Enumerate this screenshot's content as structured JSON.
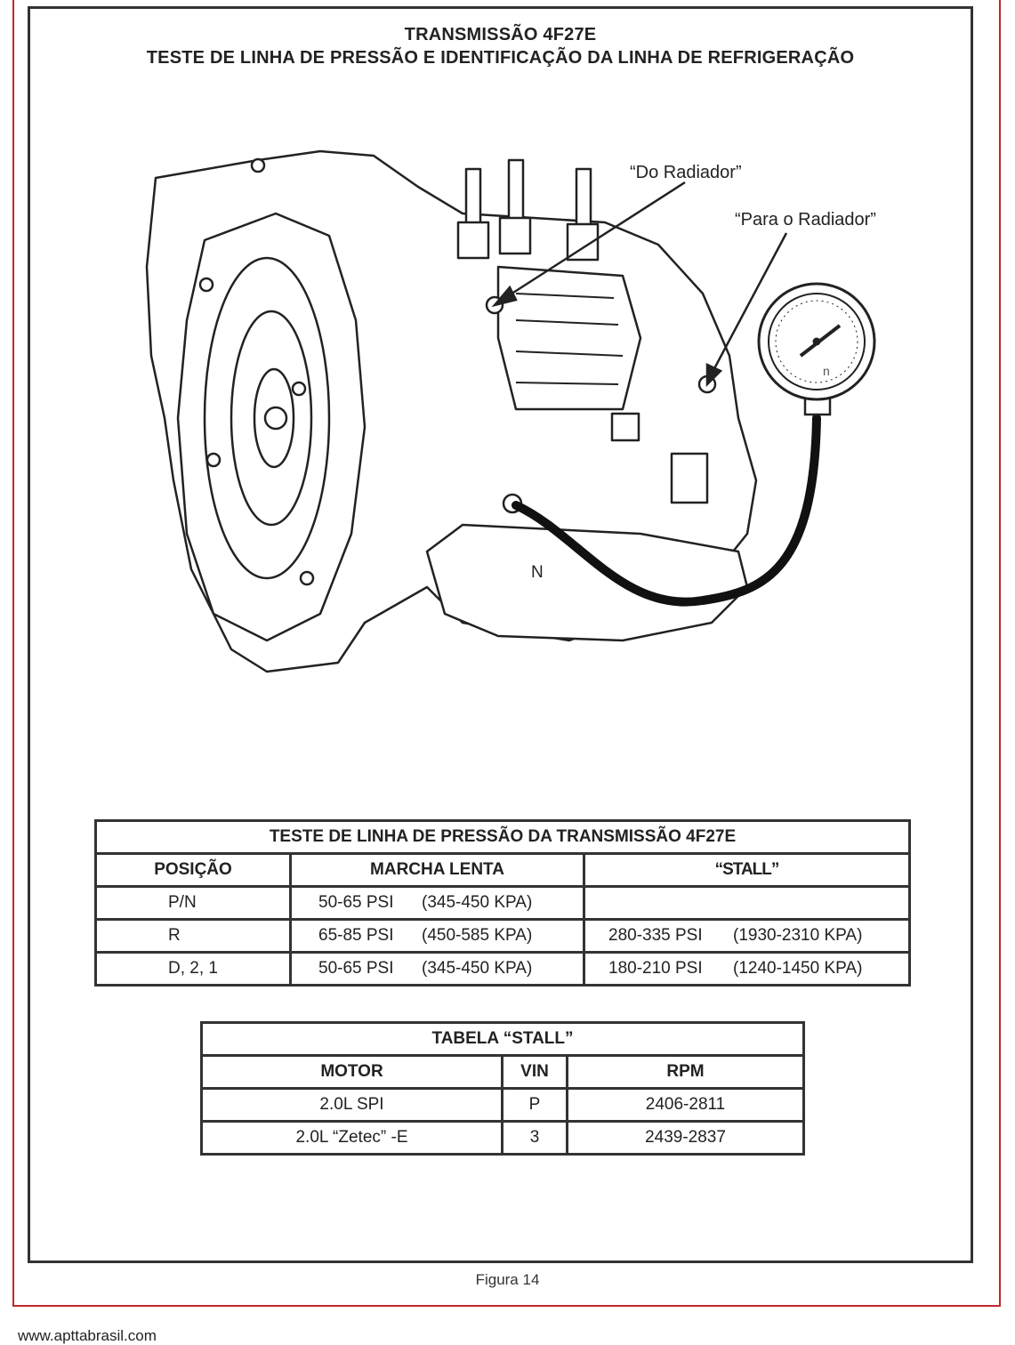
{
  "header": {
    "title_line1": "TRANSMISSÃO 4F27E",
    "title_line2": "TESTE DE LINHA DE PRESSÃO E IDENTIFICAÇÃO DA LINHA DE REFRIGERAÇÃO"
  },
  "figure": {
    "callout_from_radiator": "“Do Radiador”",
    "callout_to_radiator": "“Para o Radiador”",
    "label_n_upper": "N",
    "label_n_gauge": "n"
  },
  "pressure_table": {
    "title": "TESTE DE LINHA DE PRESSÃO DA TRANSMISSÃO 4F27E",
    "headers": [
      "POSIÇÃO",
      "MARCHA LENTA",
      "“STALL”"
    ],
    "rows": [
      {
        "position": "P/N",
        "idle_psi": "50-65 PSI",
        "idle_kpa": "(345-450  KPA)",
        "stall_psi": "",
        "stall_kpa": ""
      },
      {
        "position": "R",
        "idle_psi": "65-85 PSI",
        "idle_kpa": "(450-585  KPA)",
        "stall_psi": "280-335 PSI",
        "stall_kpa": "(1930-2310  KPA)"
      },
      {
        "position": "D, 2, 1",
        "idle_psi": "50-65 PSI",
        "idle_kpa": "(345-450  KPA)",
        "stall_psi": "180-210 PSI",
        "stall_kpa": "(1240-1450  KPA)"
      }
    ]
  },
  "stall_table": {
    "title": "TABELA “STALL”",
    "headers": [
      "MOTOR",
      "VIN",
      "RPM"
    ],
    "rows": [
      {
        "motor": "2.0L SPI",
        "vin": "P",
        "rpm": "2406-2811"
      },
      {
        "motor": "2.0L “Zetec” -E",
        "vin": "3",
        "rpm": "2439-2837"
      }
    ]
  },
  "caption": "Figura  14",
  "footer_url": "www.apttabrasil.com"
}
